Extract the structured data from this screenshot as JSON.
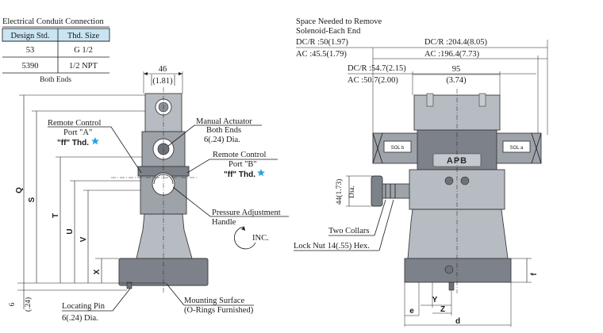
{
  "conduit_table": {
    "title": "Electrical Conduit Connection",
    "headers": [
      "Design Std.",
      "Thd. Size"
    ],
    "rows": [
      {
        "std": "53",
        "size": "G 1/2"
      },
      {
        "std": "5390",
        "size": "1/2 NPT"
      }
    ],
    "footer": "Both Ends"
  },
  "left_view": {
    "dim_top_value": "46",
    "dim_top_sub": "(1.81)",
    "remote_a": {
      "line1": "Remote Control",
      "line2": "Port \"A\"",
      "line3": "\"ff\" Thd."
    },
    "remote_b": {
      "line1": "Remote Control",
      "line2": "Port \"B\"",
      "line3": "\"ff\" Thd."
    },
    "manual_actuator": {
      "line1": "Manual Actuator",
      "line2": "Both Ends",
      "line3": "6(.24) Dia."
    },
    "pressure_adjust": {
      "line1": "Pressure Adjustment",
      "line2": "Handle"
    },
    "inc_label": "INC.",
    "locating_pin": {
      "line1": "Locating Pin",
      "line2": "6(.24) Dia."
    },
    "mounting_surface": {
      "line1": "Mounting Surface",
      "line2": "(O-Rings Furnished)"
    },
    "dim_bottom_left": "6",
    "dim_bottom_left_sub": "(.24)",
    "vertical_labels": {
      "q": "Q",
      "s": "S",
      "t": "T",
      "u": "U",
      "v": "V",
      "x": "X"
    }
  },
  "right_view": {
    "space_note": {
      "line1": "Space Needed to Remove",
      "line2": "Solenoid-Each End"
    },
    "dc_r_left": "DC/R :50(1.97)",
    "ac_left": "AC   :45.5(1.79)",
    "dc_r_right": "DC/R :204.4(8.05)",
    "ac_right": "AC   :196.4(7.73)",
    "dc_r_mid": "DC/R :54.7(2.15)",
    "ac_mid": "AC   :50.7(2.00)",
    "dim_95": "95",
    "dim_95_sub": "(3.74)",
    "dim_44": "44(1.73)",
    "dim_44_sub": "Dia.",
    "two_collars": "Two Collars",
    "lock_nut": "Lock Nut 14(.55) Hex.",
    "brand": "APB",
    "sol_b": "SOL b",
    "sol_a": "SOL a",
    "bottom_labels": {
      "e": "e",
      "y": "Y",
      "z": "Z",
      "d": "d",
      "f": "f"
    }
  },
  "colors": {
    "table_header": "#c9e4f3",
    "star": "#2d9fd9",
    "body": "#9ea3aa"
  },
  "icons": {
    "star": "star-icon"
  }
}
